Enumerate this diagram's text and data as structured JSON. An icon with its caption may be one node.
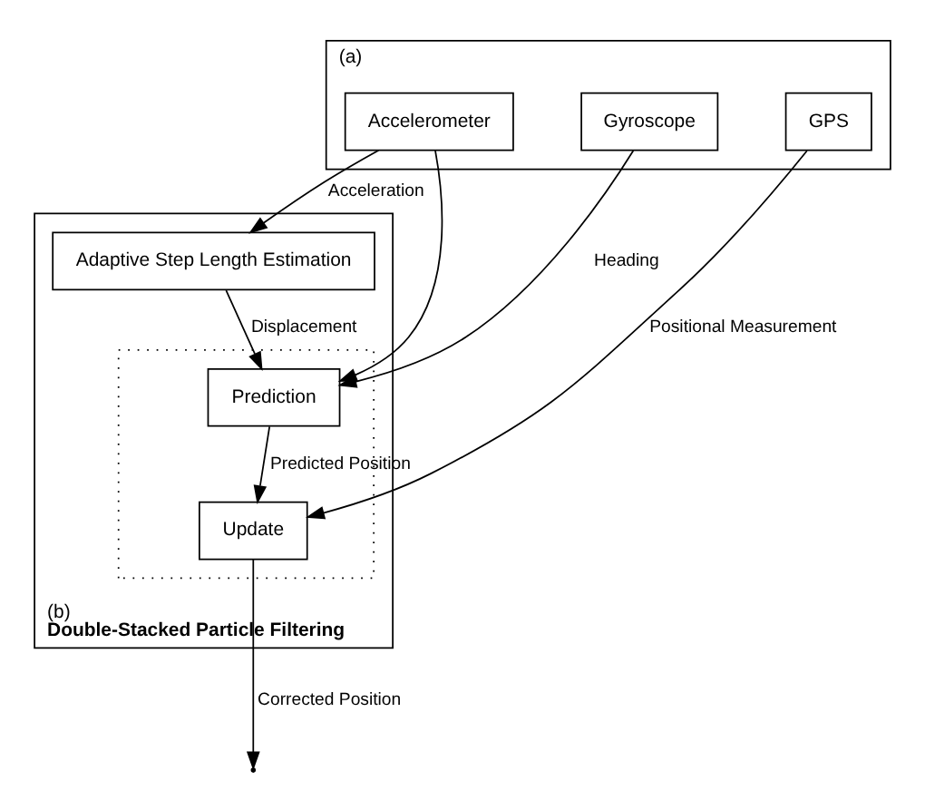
{
  "diagram": {
    "nodes": [
      {
        "text": [],
        "shape": "box",
        "beside": [
          "(a)"
        ]
      },
      {
        "text": [
          "Gyroscope"
        ],
        "in": 0
      },
      {
        "text": [
          "Accelerometer"
        ],
        "in": 0
      },
      {
        "text": [
          "GPS"
        ],
        "in": 0
      },
      {
        "text": [
          "Double-Stacked Particle Filtering"
        ],
        "beside": [
          "(b)"
        ]
      },
      {
        "text": [
          "Adaptive Step Length Estimation"
        ],
        "in": 4
      },
      {
        "text": [],
        "shape": "box",
        "in": 4
      },
      {
        "text": [
          "Prediction"
        ],
        "in": 6
      },
      {
        "text": [
          "Update"
        ],
        "in": 6
      }
    ],
    "edges": [
      {
        "from": 1,
        "to": 7,
        "arrow": "to",
        "label": "Heading"
      },
      {
        "from": 2,
        "to": 7,
        "arrow": "to"
      },
      {
        "from": 2,
        "to": 5,
        "arrow": "to",
        "label": "Acceleration"
      },
      {
        "from": 5,
        "to": 7,
        "arrow": "to",
        "label": "Displacement"
      },
      {
        "from": 3,
        "to": 8,
        "arrow": "to",
        "label": "Positional Measurement"
      },
      {
        "from": 7,
        "to": 8,
        "arrow": "to",
        "label": "Predicted Position"
      },
      {
        "from": 8,
        "to": null,
        "arrow": "to",
        "label": "Corrected Position"
      }
    ]
  }
}
